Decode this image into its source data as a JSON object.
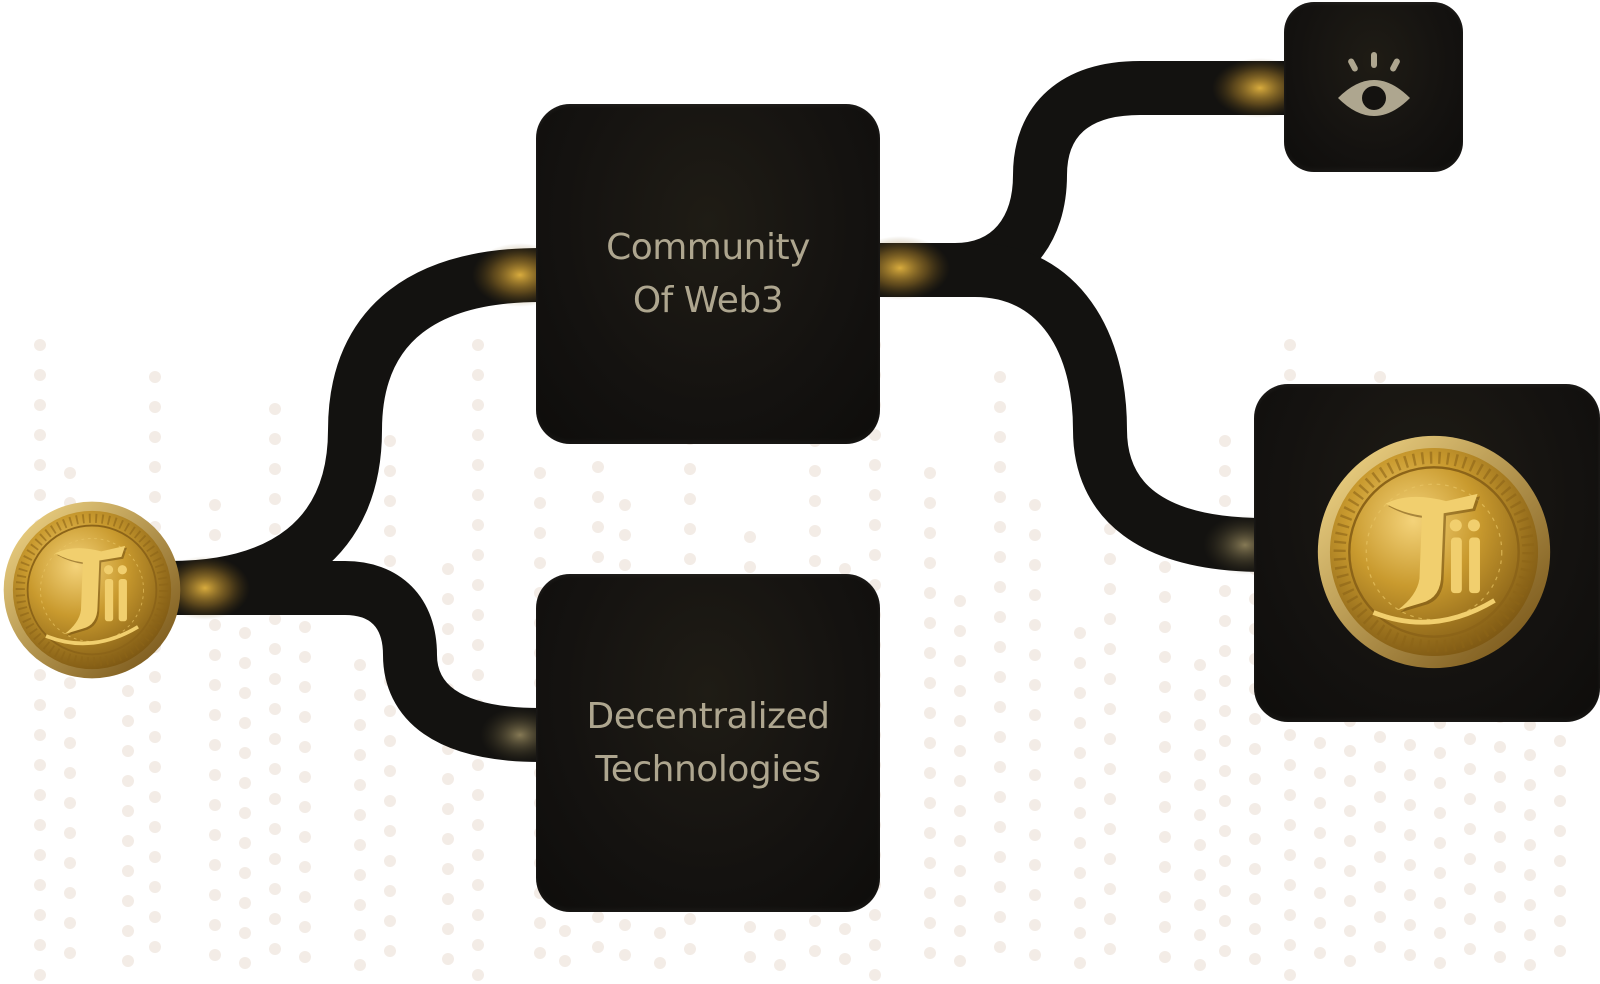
{
  "diagram": {
    "nodes": {
      "source_coin": {
        "icon": "tii-coin-icon"
      },
      "community": {
        "label": "Community\nOf Web3"
      },
      "decentralized": {
        "label": "Decentralized\nTechnologies"
      },
      "eye": {
        "icon": "eye-icon"
      },
      "result_coin": {
        "icon": "tii-coin-icon"
      }
    },
    "connections": [
      {
        "from": "source_coin",
        "to": "community"
      },
      {
        "from": "source_coin",
        "to": "decentralized"
      },
      {
        "from": "community",
        "to": "eye"
      },
      {
        "from": "community",
        "to": "result_coin"
      }
    ],
    "colors": {
      "card": "#141210",
      "connector": "#121110",
      "glow": "#d7a738",
      "label": "#aea68f",
      "coin_gold": "#c99a2e",
      "dots": "#f3ece6"
    }
  }
}
